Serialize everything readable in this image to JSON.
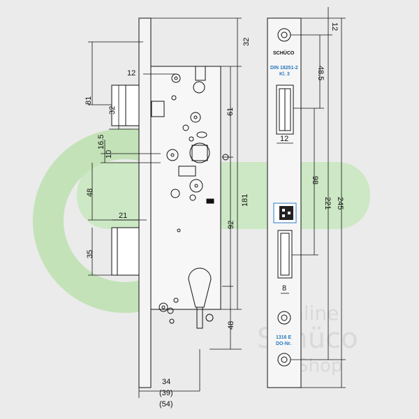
{
  "colors": {
    "background": "#ebebeb",
    "line": "#111111",
    "logo_green": "#cde8c4",
    "logo_green_dark": "#bfe0b4",
    "label_blue": "#2a79c0",
    "watermark": "#d6d6d6"
  },
  "left_view": {
    "top_dims": [
      "12",
      "32",
      "61"
    ],
    "left_dims": [
      "81",
      "32",
      "16.5",
      "10",
      "48",
      "21",
      "35"
    ],
    "right_dims": [
      "32",
      "181",
      "92",
      "48"
    ],
    "bottom_dims": [
      "34",
      "(39)",
      "(54)"
    ]
  },
  "front_view": {
    "brand": "SCHÜCO",
    "norm_line1": "DIN 18251-2",
    "norm_line2": "Kl. 3",
    "width_dims": [
      "12",
      "8"
    ],
    "height_dims": [
      "12",
      "48.5",
      "98",
      "221",
      "245"
    ],
    "stamp_line1": "1316 E",
    "stamp_line2": "DO-Nr."
  },
  "watermark": {
    "line1": "Online",
    "line2": "Schüco",
    "line3": "Shop"
  }
}
